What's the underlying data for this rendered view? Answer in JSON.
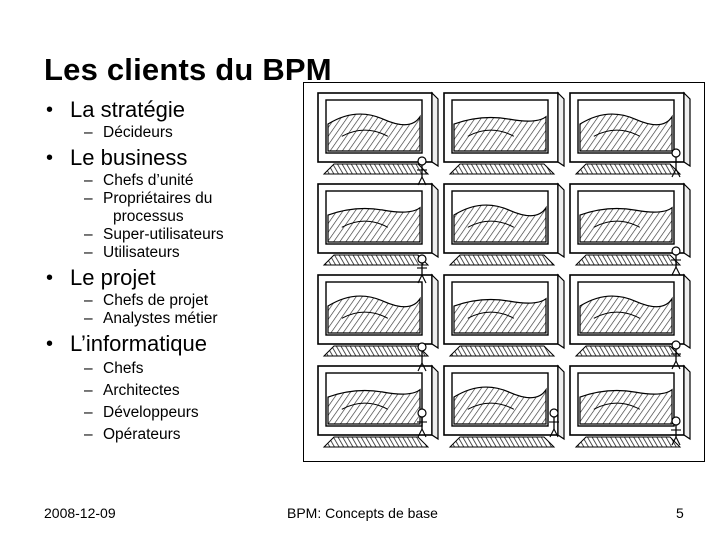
{
  "slide": {
    "title": "Les clients du BPM",
    "sections": [
      {
        "label": "La stratégie",
        "items": [
          "Décideurs"
        ]
      },
      {
        "label": "Le business",
        "items": [
          "Chefs d’unité",
          "Propriétaires du",
          "Super-utilisateurs",
          "Utilisateurs"
        ],
        "continuation": "processus"
      },
      {
        "label": "Le projet",
        "items": [
          "Chefs de projet",
          "Analystes métier"
        ]
      },
      {
        "label": "L’informatique",
        "items": [
          "Chefs",
          "Architectes",
          "Développeurs",
          "Opérateurs"
        ]
      }
    ],
    "footer": {
      "date": "2008-12-09",
      "center": "BPM: Concepts de base",
      "page": "5"
    }
  },
  "figure": {
    "description_icon": "elephant-monitors-cartoon",
    "grid": {
      "rows": 4,
      "cols": 3
    }
  }
}
